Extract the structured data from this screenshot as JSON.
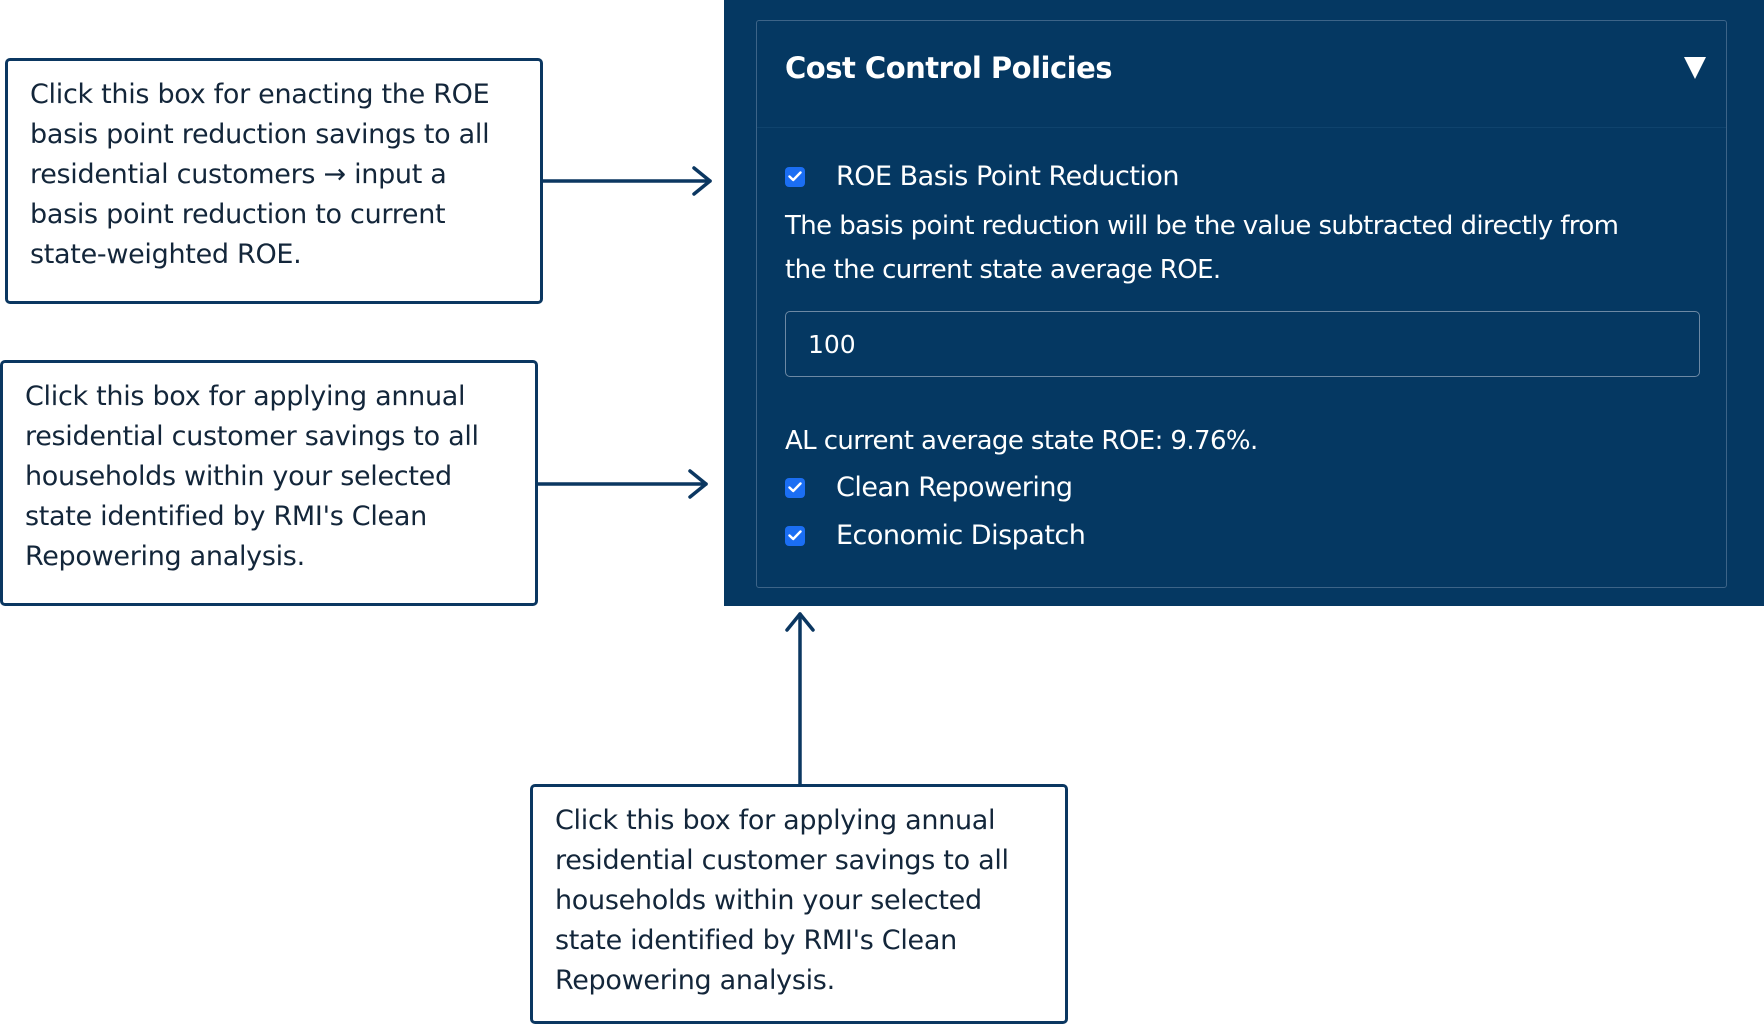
{
  "callouts": {
    "roe": "Click this box for enacting the ROE basis point reduction savings to all residential customers → input a basis point reduction to current state-weighted ROE.",
    "clean_repowering": "Click this box for applying annual residential customer savings to all households within your selected state identified by RMI's Clean Repowering analysis.",
    "economic_dispatch": "Click this box for applying annual residential customer savings to all households within your selected state identified by RMI's Clean Repowering analysis."
  },
  "panel": {
    "title": "Cost Control Policies",
    "toggle_icon": "triangle-down-icon",
    "roe_checkbox": {
      "label": "ROE Basis Point Reduction",
      "checked": true
    },
    "description": "The basis point reduction will be the value subtracted directly from the the current state average ROE.",
    "bp_input_value": "100",
    "state_roe_text": "AL current average state ROE: 9.76%.",
    "clean_repowering_checkbox": {
      "label": "Clean Repowering",
      "checked": true
    },
    "economic_dispatch_checkbox": {
      "label": "Economic Dispatch",
      "checked": true
    }
  },
  "colors": {
    "panel_bg": "#053862",
    "callout_border": "#0b3761",
    "checkbox_fill": "#1b6ef3",
    "text_on_panel": "#ffffff"
  }
}
